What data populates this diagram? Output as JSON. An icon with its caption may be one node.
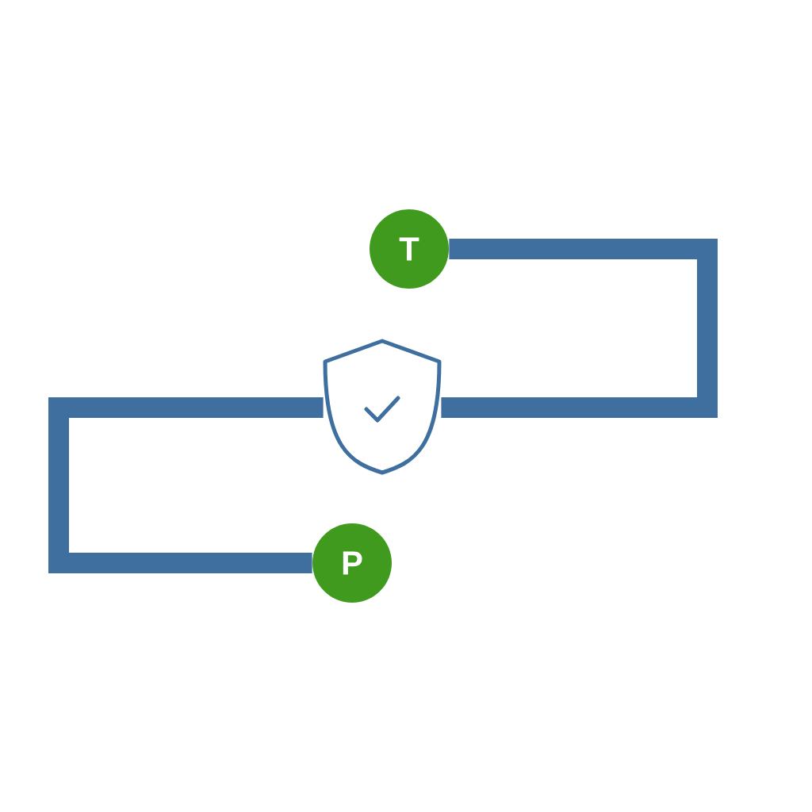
{
  "diagram": {
    "nodes": [
      {
        "text": [
          "T"
        ]
      },
      {
        "text": [],
        "shape": "shield"
      },
      {
        "text": [
          "P"
        ]
      }
    ],
    "edges": [
      {
        "from": 0,
        "to": 1,
        "arrow": "none"
      },
      {
        "from": 1,
        "to": 2,
        "arrow": "none"
      }
    ]
  }
}
